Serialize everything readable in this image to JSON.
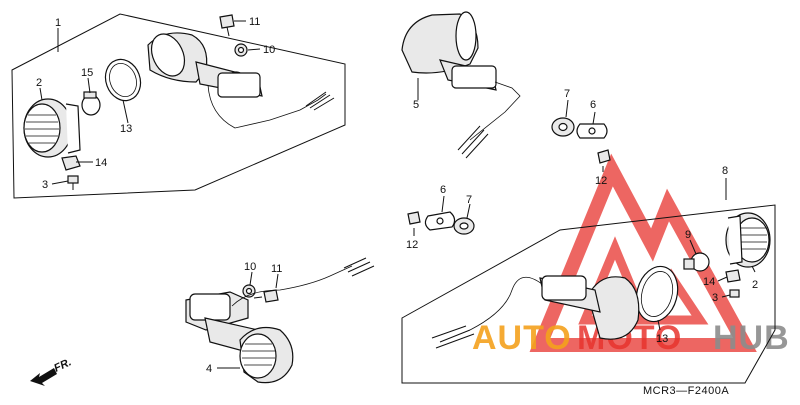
{
  "diagram": {
    "reference_code": "MCR3—F2400A",
    "front_indicator": "FR."
  },
  "labels": [
    {
      "id": "p1-1",
      "text": "1"
    },
    {
      "id": "p1-2",
      "text": "2"
    },
    {
      "id": "p1-15",
      "text": "15"
    },
    {
      "id": "p1-13",
      "text": "13"
    },
    {
      "id": "p1-14",
      "text": "14"
    },
    {
      "id": "p1-3",
      "text": "3"
    },
    {
      "id": "p1-11",
      "text": "11"
    },
    {
      "id": "p1-10",
      "text": "10"
    },
    {
      "id": "p5",
      "text": "5"
    },
    {
      "id": "p7a",
      "text": "7"
    },
    {
      "id": "p6a",
      "text": "6"
    },
    {
      "id": "p12a",
      "text": "12"
    },
    {
      "id": "p6b",
      "text": "6"
    },
    {
      "id": "p7b",
      "text": "7"
    },
    {
      "id": "p12b",
      "text": "12"
    },
    {
      "id": "p8",
      "text": "8"
    },
    {
      "id": "p9",
      "text": "9"
    },
    {
      "id": "p2-14",
      "text": "14"
    },
    {
      "id": "p2-2",
      "text": "2"
    },
    {
      "id": "p2-3",
      "text": "3"
    },
    {
      "id": "p2-13",
      "text": "13"
    },
    {
      "id": "p10b",
      "text": "10"
    },
    {
      "id": "p11b",
      "text": "11"
    },
    {
      "id": "p4",
      "text": "4"
    }
  ],
  "watermark": {
    "word1": "AUTO",
    "word2": "MOTO",
    "word3": "HUB",
    "color_red": "#e8342e",
    "color_orange": "#f4a11d",
    "color_gray": "#8c8c8c"
  }
}
